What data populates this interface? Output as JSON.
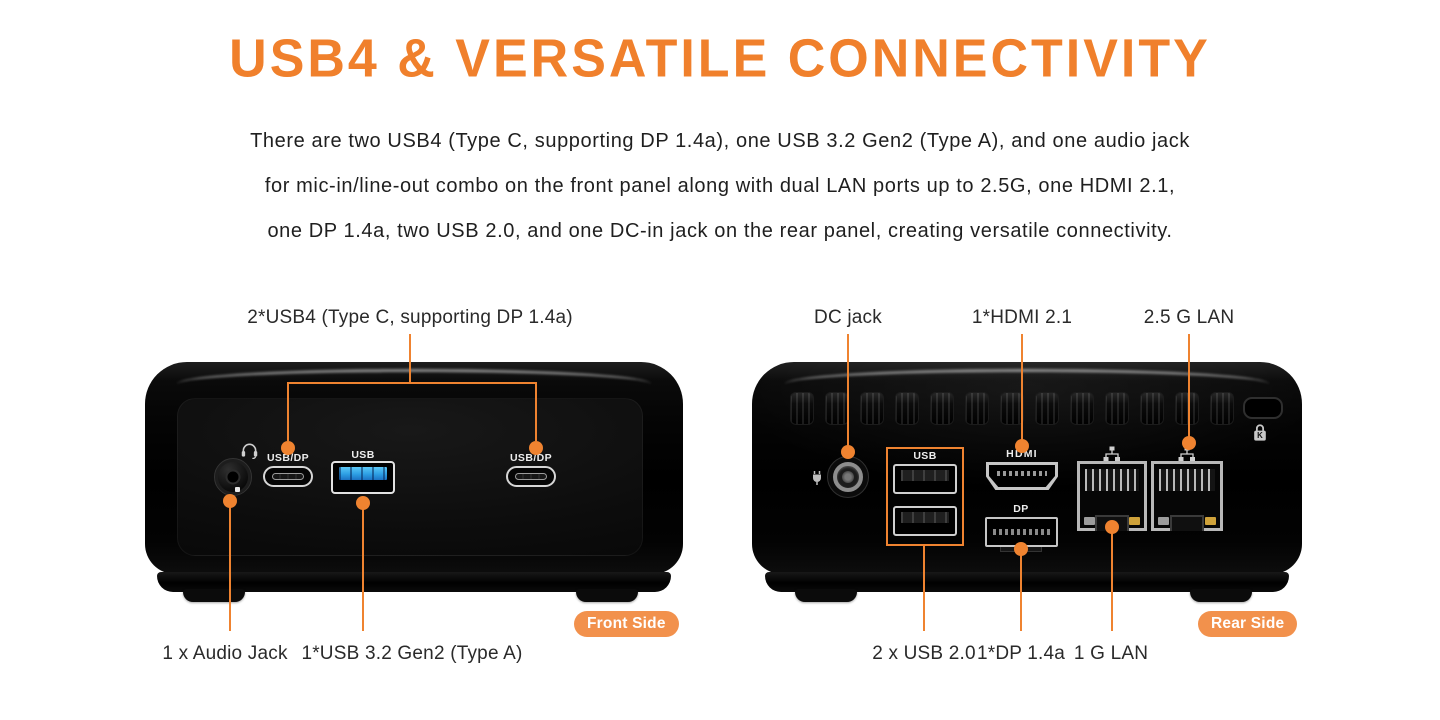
{
  "title": "USB4 & VERSATILE CONNECTIVITY",
  "intro": {
    "lines": [
      "There are two USB4 (Type C, supporting DP 1.4a), one USB 3.2 Gen2 (Type A), and one audio jack",
      "for mic-in/line-out combo on the front panel along with dual LAN ports up to 2.5G, one HDMI 2.1,",
      "one DP 1.4a, two USB 2.0, and one DC-in jack on the rear panel, creating versatile connectivity."
    ]
  },
  "front": {
    "top_callout": "2*USB4 (Type C, supporting DP 1.4a)",
    "audio_callout": "1 x Audio Jack",
    "usb_callout": "1*USB 3.2 Gen2 (Type A)",
    "badge": "Front Side",
    "labels": {
      "usbdp_left": "USB/DP",
      "usb": "USB",
      "usbdp_right": "USB/DP"
    }
  },
  "rear": {
    "dc_callout": "DC jack",
    "hdmi_callout": "1*HDMI 2.1",
    "lan25_callout": "2.5 G LAN",
    "usb2_callout": "2 x USB 2.0",
    "dp_callout": "1*DP 1.4a",
    "lan1_callout": "1 G LAN",
    "badge": "Rear Side",
    "labels": {
      "usb": "USB",
      "hdmi": "HDMI",
      "dp": "DP",
      "klock": "K"
    }
  },
  "colors": {
    "accent": "#EF8330",
    "title": "#F0802C",
    "badge": "#F2914C",
    "text": "#1F1F1F"
  }
}
